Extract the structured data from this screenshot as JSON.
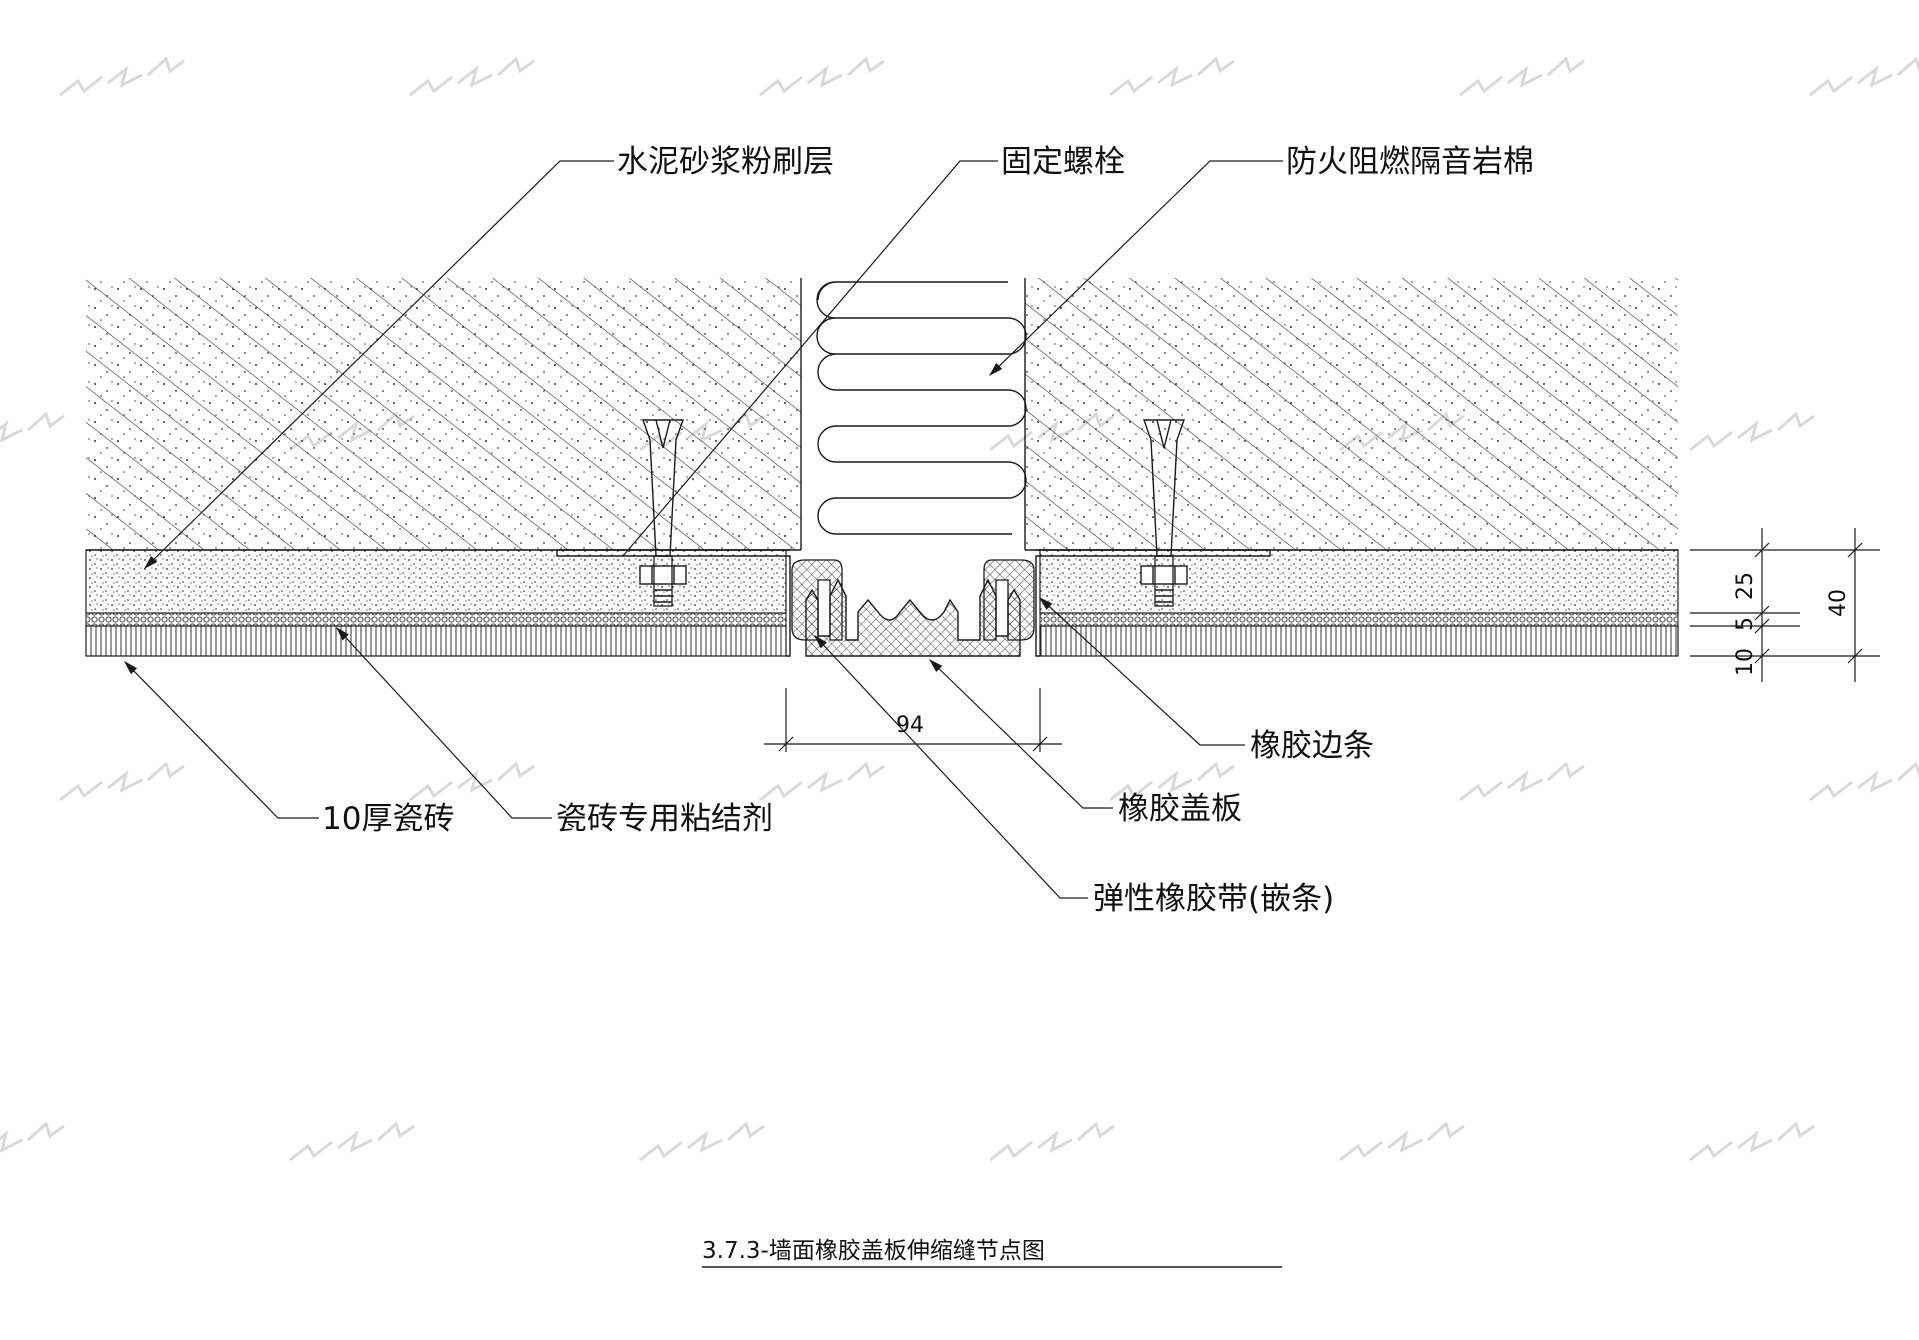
{
  "labels": {
    "cement_mortar": "水泥砂浆粉刷层",
    "fixing_bolt": "固定螺栓",
    "rock_wool": "防火阻燃隔音岩棉",
    "rubber_edge": "橡胶边条",
    "rubber_cover": "橡胶盖板",
    "elastic_strip": "弹性橡胶带(嵌条)",
    "tile": "10厚瓷砖",
    "adhesive": "瓷砖专用粘结剂"
  },
  "dimensions": {
    "joint_width": "94",
    "layer_plaster": "25",
    "layer_adhesive": "5",
    "layer_tile": "10",
    "total": "40"
  },
  "title": "3.7.3-墙面橡胶盖板伸缩缝节点图",
  "colors": {
    "line": "#1a1a1a",
    "watermark": "#d9d9d9",
    "background": "#ffffff"
  }
}
